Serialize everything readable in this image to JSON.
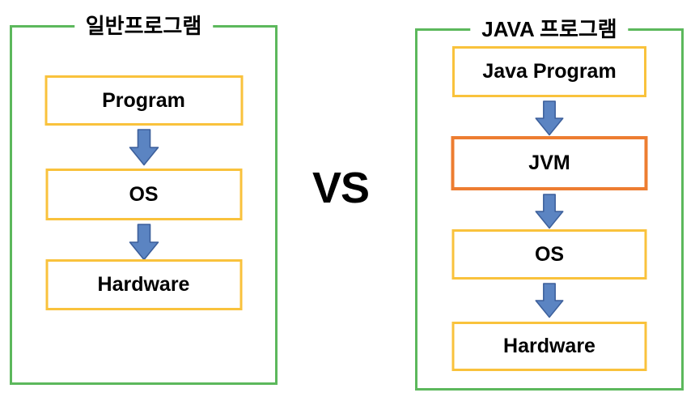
{
  "diagram": {
    "vs_label": "VS",
    "left_panel": {
      "title": "일반프로그램",
      "boxes": [
        {
          "label": "Program"
        },
        {
          "label": "OS"
        },
        {
          "label": "Hardware"
        }
      ]
    },
    "right_panel": {
      "title": "JAVA 프로그램",
      "boxes": [
        {
          "label": "Java Program"
        },
        {
          "label": "JVM",
          "highlighted": true
        },
        {
          "label": "OS"
        },
        {
          "label": "Hardware"
        }
      ]
    },
    "colors": {
      "panel_border_green": "#5cb85c",
      "box_border_yellow": "#f9c23c",
      "jvm_border_orange": "#ed7d31",
      "arrow_fill_blue": "#5b84c2",
      "arrow_stroke_blue": "#3c5f9b",
      "text": "#000000"
    }
  }
}
